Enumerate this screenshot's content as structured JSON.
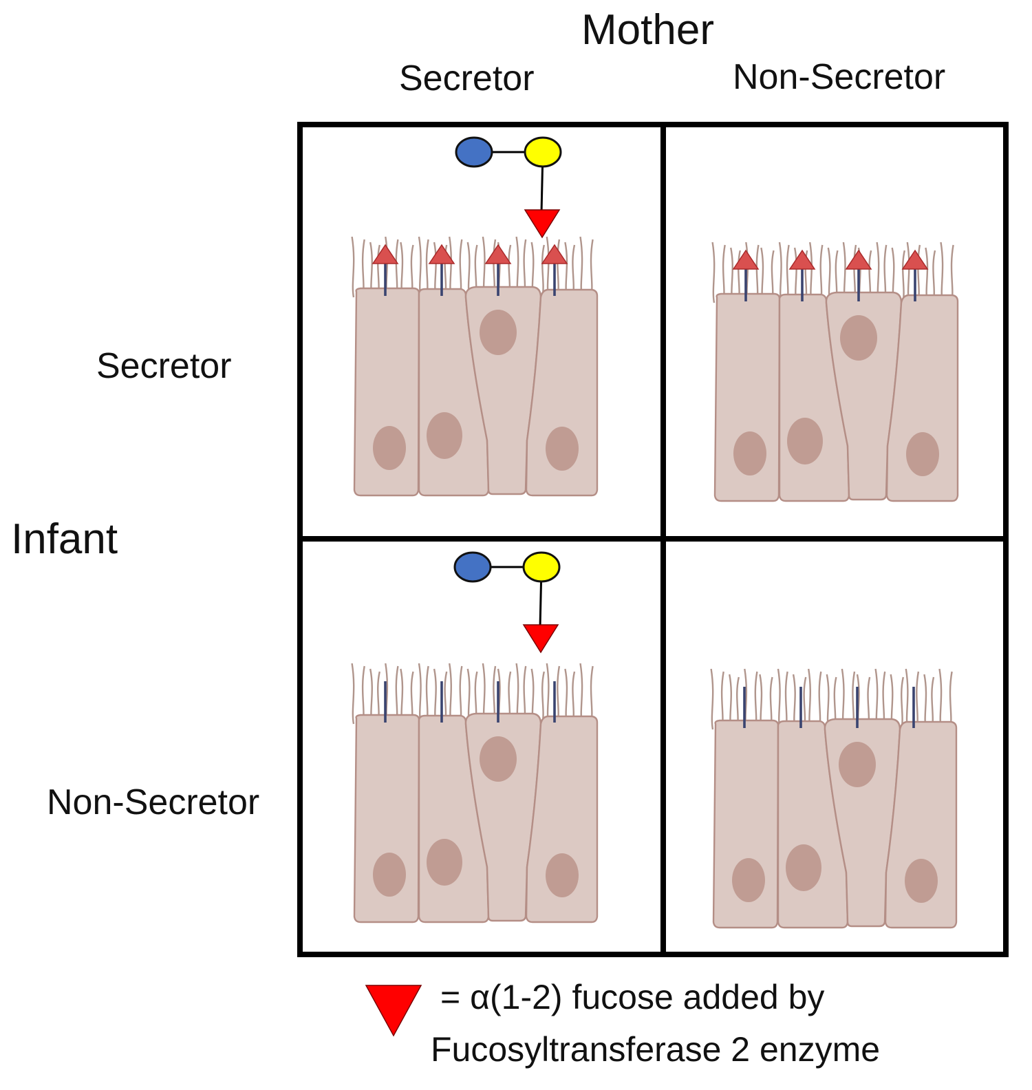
{
  "header": {
    "title": "Mother",
    "col_labels": [
      "Secretor",
      "Non-Secretor"
    ]
  },
  "side": {
    "title": "Infant",
    "row_labels": [
      "Secretor",
      "Non-Secretor"
    ]
  },
  "legend": {
    "line1": "= α(1-2) fucose added by",
    "line2": "Fucosyltransferase 2 enzyme"
  },
  "colors": {
    "fucose": "#ff0000",
    "glucose": "#4472c4",
    "galactose": "#ffff00",
    "cell_fill": "#dcc9c3",
    "nucleus": "#c09c93",
    "grid": "#000000"
  },
  "panels": [
    {
      "mother": "Secretor",
      "infant": "Secretor",
      "maternal_fucosylated_oligosaccharide": true,
      "infant_surface_fucose": true
    },
    {
      "mother": "Non-Secretor",
      "infant": "Secretor",
      "maternal_fucosylated_oligosaccharide": false,
      "infant_surface_fucose": true
    },
    {
      "mother": "Secretor",
      "infant": "Non-Secretor",
      "maternal_fucosylated_oligosaccharide": true,
      "infant_surface_fucose": false
    },
    {
      "mother": "Non-Secretor",
      "infant": "Non-Secretor",
      "maternal_fucosylated_oligosaccharide": false,
      "infant_surface_fucose": false
    }
  ]
}
